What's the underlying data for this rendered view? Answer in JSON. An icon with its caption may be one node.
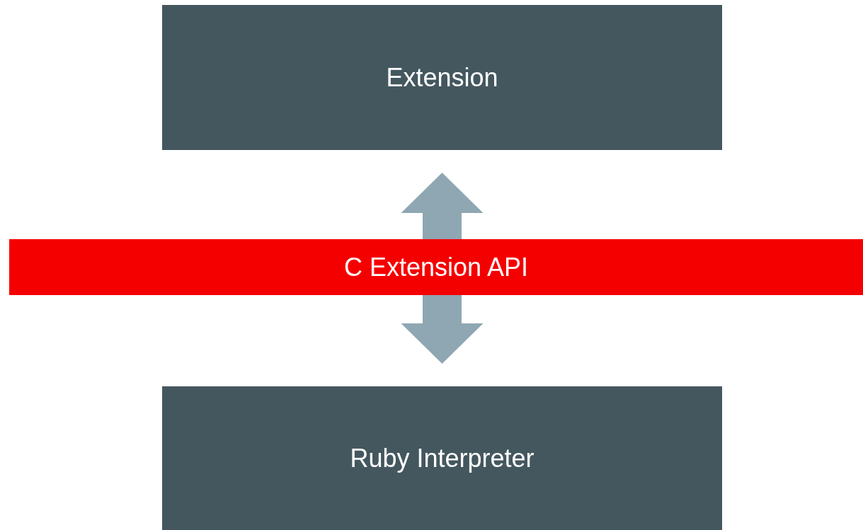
{
  "diagram": {
    "nodes": [
      {
        "text": [
          "Extension"
        ]
      },
      {
        "text": [
          "C Extension API"
        ]
      },
      {
        "text": [
          "Ruby Interpreter"
        ]
      }
    ],
    "edges": [
      {
        "from": 1,
        "to": 0,
        "arrow": "to"
      },
      {
        "from": 1,
        "to": 2,
        "arrow": "to"
      }
    ]
  }
}
